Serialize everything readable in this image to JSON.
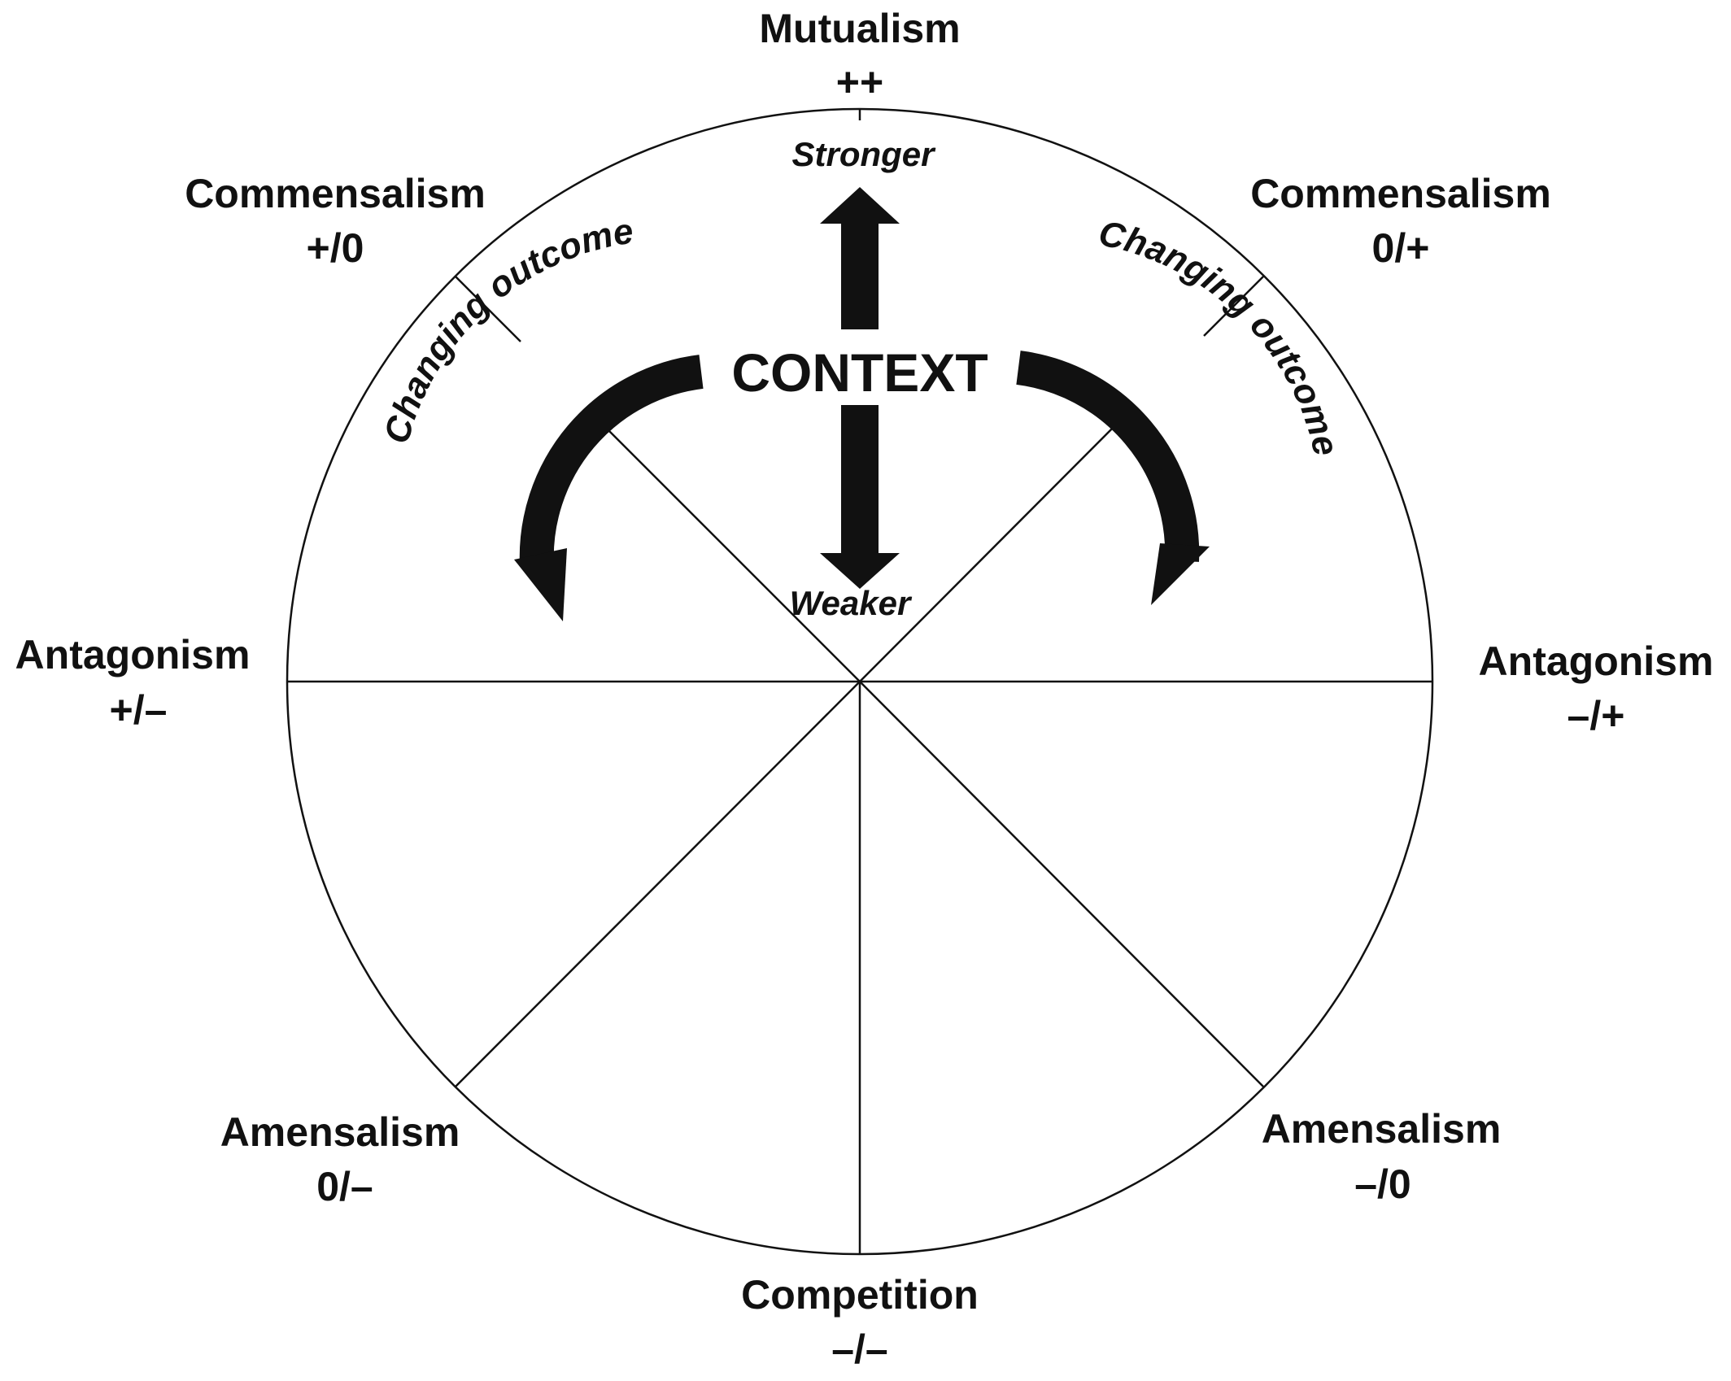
{
  "colors": {
    "ink": "#111111",
    "background": "#ffffff"
  },
  "center": "CONTEXT",
  "stronger": "Stronger",
  "weaker": "Weaker",
  "changing_outcome": "Changing outcome",
  "interactions": {
    "mutualism": {
      "name": "Mutualism",
      "sign": "++"
    },
    "commensalism_left": {
      "name": "Commensalism",
      "sign": "+/0"
    },
    "commensalism_right": {
      "name": "Commensalism",
      "sign": "0/+"
    },
    "antagonism_left": {
      "name": "Antagonism",
      "sign": "+/–"
    },
    "antagonism_right": {
      "name": "Antagonism",
      "sign": "–/+"
    },
    "amensalism_left": {
      "name": "Amensalism",
      "sign": "0/–"
    },
    "amensalism_right": {
      "name": "Amensalism",
      "sign": "–/0"
    },
    "competition": {
      "name": "Competition",
      "sign": "–/–"
    }
  }
}
